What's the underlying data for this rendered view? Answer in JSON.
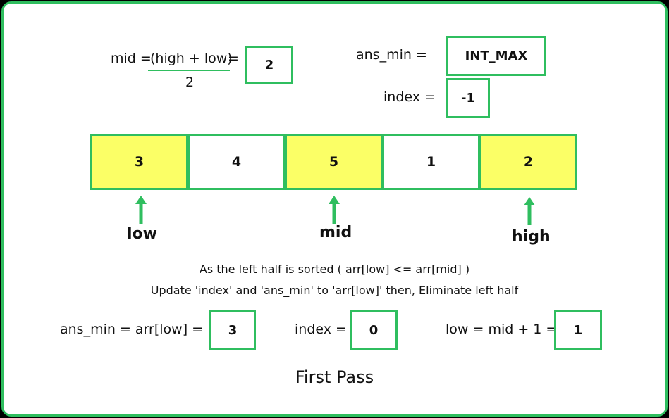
{
  "mid_formula": {
    "prefix": "mid = ",
    "numerator": "(high + low)",
    "equals": " =",
    "denominator": "2",
    "value": "2"
  },
  "ans_min_init": {
    "label": "ans_min =",
    "value": "INT_MAX"
  },
  "index_init": {
    "label": "index =",
    "value": "-1"
  },
  "array": {
    "cells": [
      {
        "value": "3",
        "highlight": true
      },
      {
        "value": "4",
        "highlight": false
      },
      {
        "value": "5",
        "highlight": true
      },
      {
        "value": "1",
        "highlight": false
      },
      {
        "value": "2",
        "highlight": true
      }
    ]
  },
  "pointers": {
    "low": "low",
    "mid": "mid",
    "high": "high"
  },
  "notes": {
    "line1": "As the left half is sorted ( arr[low] <= arr[mid] )",
    "line2": "Update 'index' and 'ans_min' to 'arr[low]' then, Eliminate left half"
  },
  "updates": {
    "ans_min": {
      "label": "ans_min = arr[low] =",
      "value": "3"
    },
    "index": {
      "label": "index =",
      "value": "0"
    },
    "low": {
      "label": "low = mid + 1 =",
      "value": "1"
    }
  },
  "caption": "First Pass",
  "colors": {
    "accent_green": "#2fbe5f",
    "highlight_yellow": "#fbff66",
    "background": "#ffffff",
    "outer": "#000000"
  }
}
